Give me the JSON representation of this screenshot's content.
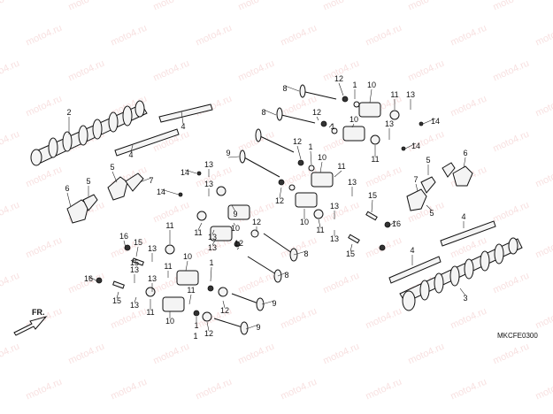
{
  "diagram": {
    "catalog_code": "MKCFE0300",
    "watermark_text": "moto4.ru",
    "direction_label": "FR.",
    "callouts": [
      {
        "id": "c2",
        "label": "2"
      },
      {
        "id": "c4a",
        "label": "4"
      },
      {
        "id": "c4b",
        "label": "4"
      },
      {
        "id": "c5a",
        "label": "5"
      },
      {
        "id": "c6a",
        "label": "6"
      },
      {
        "id": "c5b",
        "label": "5"
      },
      {
        "id": "c7a",
        "label": "7"
      },
      {
        "id": "c8a",
        "label": "8"
      },
      {
        "id": "c12a",
        "label": "12"
      },
      {
        "id": "c1a",
        "label": "1"
      },
      {
        "id": "c10a",
        "label": "10"
      },
      {
        "id": "c11a",
        "label": "11"
      },
      {
        "id": "c13a",
        "label": "13"
      },
      {
        "id": "c14a",
        "label": "14"
      },
      {
        "id": "c8b",
        "label": "8"
      },
      {
        "id": "c1b",
        "label": "1"
      },
      {
        "id": "c12b",
        "label": "12"
      },
      {
        "id": "c10b",
        "label": "10"
      },
      {
        "id": "c11b",
        "label": "11"
      },
      {
        "id": "c13b",
        "label": "13"
      },
      {
        "id": "c14b",
        "label": "14"
      },
      {
        "id": "c9a",
        "label": "9"
      },
      {
        "id": "c12c",
        "label": "12"
      },
      {
        "id": "c1c",
        "label": "1"
      },
      {
        "id": "c10c",
        "label": "10"
      },
      {
        "id": "c11c",
        "label": "11"
      },
      {
        "id": "c14c",
        "label": "14"
      },
      {
        "id": "c13c",
        "label": "13"
      },
      {
        "id": "c14d",
        "label": "14"
      },
      {
        "id": "c13d",
        "label": "13"
      },
      {
        "id": "c12d",
        "label": "12"
      },
      {
        "id": "c10d",
        "label": "10"
      },
      {
        "id": "c11d",
        "label": "11"
      },
      {
        "id": "c13e",
        "label": "13"
      },
      {
        "id": "c13f",
        "label": "13"
      },
      {
        "id": "c13g",
        "label": "13"
      },
      {
        "id": "c9b",
        "label": "9"
      },
      {
        "id": "c10e",
        "label": "10"
      },
      {
        "id": "c11e",
        "label": "11"
      },
      {
        "id": "c12e",
        "label": "12"
      },
      {
        "id": "c13h",
        "label": "13"
      },
      {
        "id": "c15a",
        "label": "15"
      },
      {
        "id": "c16a",
        "label": "16"
      },
      {
        "id": "c15b",
        "label": "15"
      },
      {
        "id": "c13i",
        "label": "13"
      },
      {
        "id": "c11f",
        "label": "11"
      },
      {
        "id": "c12f",
        "label": "12"
      },
      {
        "id": "c1d",
        "label": "1"
      },
      {
        "id": "c10f",
        "label": "10"
      },
      {
        "id": "c11g",
        "label": "11"
      },
      {
        "id": "c8c",
        "label": "8"
      },
      {
        "id": "c8d",
        "label": "8"
      },
      {
        "id": "c16b",
        "label": "16"
      },
      {
        "id": "c15c",
        "label": "15"
      },
      {
        "id": "c13j",
        "label": "13"
      },
      {
        "id": "c15d",
        "label": "15"
      },
      {
        "id": "c13k",
        "label": "13"
      },
      {
        "id": "c16c",
        "label": "16"
      },
      {
        "id": "c15e",
        "label": "15"
      },
      {
        "id": "c13l",
        "label": "13"
      },
      {
        "id": "c11h",
        "label": "11"
      },
      {
        "id": "c10g",
        "label": "10"
      },
      {
        "id": "c11i",
        "label": "11"
      },
      {
        "id": "c13m",
        "label": "13"
      },
      {
        "id": "c1e",
        "label": "1"
      },
      {
        "id": "c12g",
        "label": "12"
      },
      {
        "id": "c9c",
        "label": "9"
      },
      {
        "id": "c12h",
        "label": "12"
      },
      {
        "id": "c1f",
        "label": "1"
      },
      {
        "id": "c9d",
        "label": "9"
      },
      {
        "id": "c5c",
        "label": "5"
      },
      {
        "id": "c6b",
        "label": "6"
      },
      {
        "id": "c7b",
        "label": "7"
      },
      {
        "id": "c5d",
        "label": "5"
      },
      {
        "id": "c4c",
        "label": "4"
      },
      {
        "id": "c4d",
        "label": "4"
      },
      {
        "id": "c3",
        "label": "3"
      }
    ]
  }
}
